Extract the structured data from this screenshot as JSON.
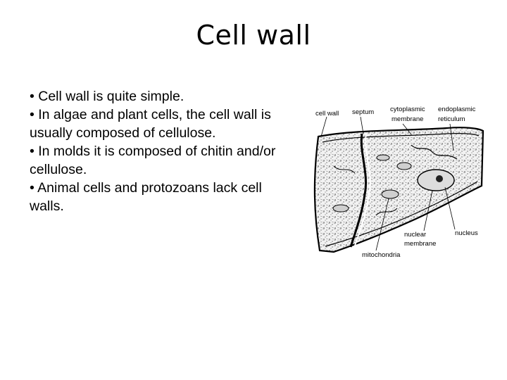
{
  "slide": {
    "title": "Cell wall",
    "bullets": [
      "• Cell wall is quite simple.",
      "• In algae and plant cells, the cell wall is usually composed of cellulose.",
      "• In molds it is composed of chitin and/or cellulose.",
      "• Animal cells and protozoans lack cell walls."
    ]
  },
  "diagram": {
    "labels": {
      "cell_wall": "cell wall",
      "septum": "septum",
      "cytoplasmic_1": "cytoplasmic",
      "cytoplasmic_2": "membrane",
      "endoplasmic_1": "endoplasmic",
      "endoplasmic_2": "reticulum",
      "nuclear_1": "nuclear",
      "nuclear_2": "membrane",
      "nucleus": "nucleus",
      "mitochondria": "mitochondria"
    }
  }
}
